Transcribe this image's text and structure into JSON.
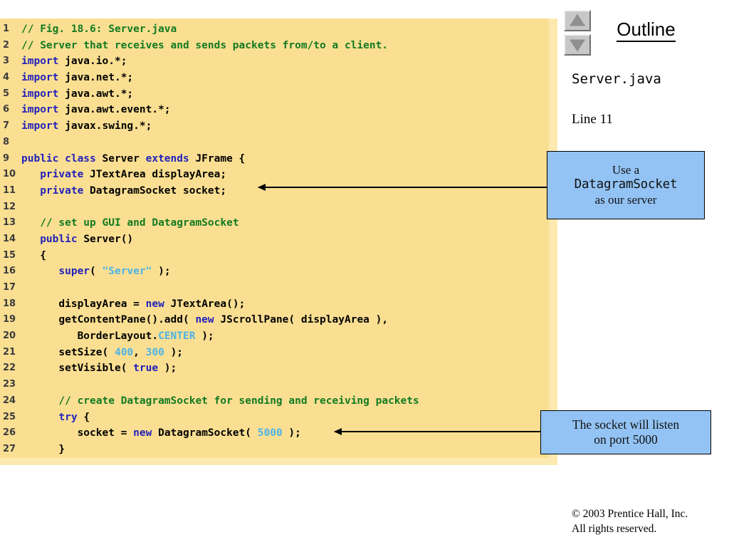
{
  "code_panel": {
    "background_color": "#fadf92",
    "lines": [
      {
        "n": "1",
        "tokens": [
          {
            "t": "// Fig. 18.6: Server.java",
            "c": "cmt"
          }
        ],
        "indent": 0
      },
      {
        "n": "2",
        "tokens": [
          {
            "t": "// Server that receives and sends packets from/to a client.",
            "c": "cmt"
          }
        ],
        "indent": 0
      },
      {
        "n": "3",
        "tokens": [
          {
            "t": "import",
            "c": "kw"
          },
          {
            "t": " java.io.*;",
            "c": ""
          }
        ],
        "indent": 0
      },
      {
        "n": "4",
        "tokens": [
          {
            "t": "import",
            "c": "kw"
          },
          {
            "t": " java.net.*;",
            "c": ""
          }
        ],
        "indent": 0
      },
      {
        "n": "5",
        "tokens": [
          {
            "t": "import",
            "c": "kw"
          },
          {
            "t": " java.awt.*;",
            "c": ""
          }
        ],
        "indent": 0
      },
      {
        "n": "6",
        "tokens": [
          {
            "t": "import",
            "c": "kw"
          },
          {
            "t": " java.awt.event.*;",
            "c": ""
          }
        ],
        "indent": 0
      },
      {
        "n": "7",
        "tokens": [
          {
            "t": "import",
            "c": "kw"
          },
          {
            "t": " javax.swing.*;",
            "c": ""
          }
        ],
        "indent": 0
      },
      {
        "n": "8",
        "tokens": [],
        "indent": 0
      },
      {
        "n": "9",
        "tokens": [
          {
            "t": "public class",
            "c": "kw"
          },
          {
            "t": " Server ",
            "c": ""
          },
          {
            "t": "extends",
            "c": "kw"
          },
          {
            "t": " JFrame {",
            "c": ""
          }
        ],
        "indent": 0
      },
      {
        "n": "10",
        "tokens": [
          {
            "t": "private",
            "c": "kw"
          },
          {
            "t": " JTextArea displayArea;",
            "c": ""
          }
        ],
        "indent": 1
      },
      {
        "n": "11",
        "tokens": [
          {
            "t": "private",
            "c": "kw"
          },
          {
            "t": " DatagramSocket socket;",
            "c": ""
          }
        ],
        "indent": 1
      },
      {
        "n": "12",
        "tokens": [],
        "indent": 0
      },
      {
        "n": "13",
        "tokens": [
          {
            "t": "// set up GUI and DatagramSocket",
            "c": "cmt"
          }
        ],
        "indent": 1
      },
      {
        "n": "14",
        "tokens": [
          {
            "t": "public",
            "c": "kw"
          },
          {
            "t": " Server()",
            "c": ""
          }
        ],
        "indent": 1
      },
      {
        "n": "15",
        "tokens": [
          {
            "t": "{",
            "c": ""
          }
        ],
        "indent": 1
      },
      {
        "n": "16",
        "tokens": [
          {
            "t": "super",
            "c": "kw"
          },
          {
            "t": "( ",
            "c": ""
          },
          {
            "t": "\"Server\"",
            "c": "str"
          },
          {
            "t": " );",
            "c": ""
          }
        ],
        "indent": 2
      },
      {
        "n": "17",
        "tokens": [],
        "indent": 0
      },
      {
        "n": "18",
        "tokens": [
          {
            "t": "displayArea = ",
            "c": ""
          },
          {
            "t": "new",
            "c": "kw"
          },
          {
            "t": " JTextArea();",
            "c": ""
          }
        ],
        "indent": 2
      },
      {
        "n": "19",
        "tokens": [
          {
            "t": "getContentPane().add( ",
            "c": ""
          },
          {
            "t": "new",
            "c": "kw"
          },
          {
            "t": " JScrollPane( displayArea ),",
            "c": ""
          }
        ],
        "indent": 2
      },
      {
        "n": "20",
        "tokens": [
          {
            "t": "BorderLayout.",
            "c": ""
          },
          {
            "t": "CENTER",
            "c": "cst"
          },
          {
            "t": " );",
            "c": ""
          }
        ],
        "indent": 3
      },
      {
        "n": "21",
        "tokens": [
          {
            "t": "setSize( ",
            "c": ""
          },
          {
            "t": "400",
            "c": "num"
          },
          {
            "t": ", ",
            "c": ""
          },
          {
            "t": "300",
            "c": "num"
          },
          {
            "t": " );",
            "c": ""
          }
        ],
        "indent": 2
      },
      {
        "n": "22",
        "tokens": [
          {
            "t": "setVisible( ",
            "c": ""
          },
          {
            "t": "true",
            "c": "kw"
          },
          {
            "t": " );",
            "c": ""
          }
        ],
        "indent": 2
      },
      {
        "n": "23",
        "tokens": [],
        "indent": 0
      },
      {
        "n": "24",
        "tokens": [
          {
            "t": "// create DatagramSocket for sending and receiving packets",
            "c": "cmt"
          }
        ],
        "indent": 2
      },
      {
        "n": "25",
        "tokens": [
          {
            "t": "try",
            "c": "kw"
          },
          {
            "t": " {",
            "c": ""
          }
        ],
        "indent": 2
      },
      {
        "n": "26",
        "tokens": [
          {
            "t": "socket = ",
            "c": ""
          },
          {
            "t": "new",
            "c": "kw"
          },
          {
            "t": " DatagramSocket( ",
            "c": ""
          },
          {
            "t": "5000",
            "c": "num"
          },
          {
            "t": " );",
            "c": ""
          }
        ],
        "indent": 3
      },
      {
        "n": "27",
        "tokens": [
          {
            "t": "}",
            "c": ""
          }
        ],
        "indent": 2
      }
    ]
  },
  "outline": {
    "title": "Outline",
    "filename": "Server.java",
    "line_info": "Line 11",
    "scroll_up_icon": "triangle-up-icon",
    "scroll_down_icon": "triangle-down-icon"
  },
  "callouts": [
    {
      "id": "socket",
      "background_color": "#93c3f4",
      "lines": [
        {
          "text": "Use a",
          "mono": false
        },
        {
          "text": "DatagramSocket",
          "mono": true
        },
        {
          "text": "as our server",
          "mono": false
        }
      ]
    },
    {
      "id": "port",
      "background_color": "#93c3f4",
      "lines": [
        {
          "text": "The socket will listen",
          "mono": false
        },
        {
          "text": "on port 5000",
          "mono": false
        }
      ]
    }
  ],
  "footer": {
    "copyright": "© 2003 Prentice Hall, Inc.",
    "rights": "All rights reserved."
  }
}
